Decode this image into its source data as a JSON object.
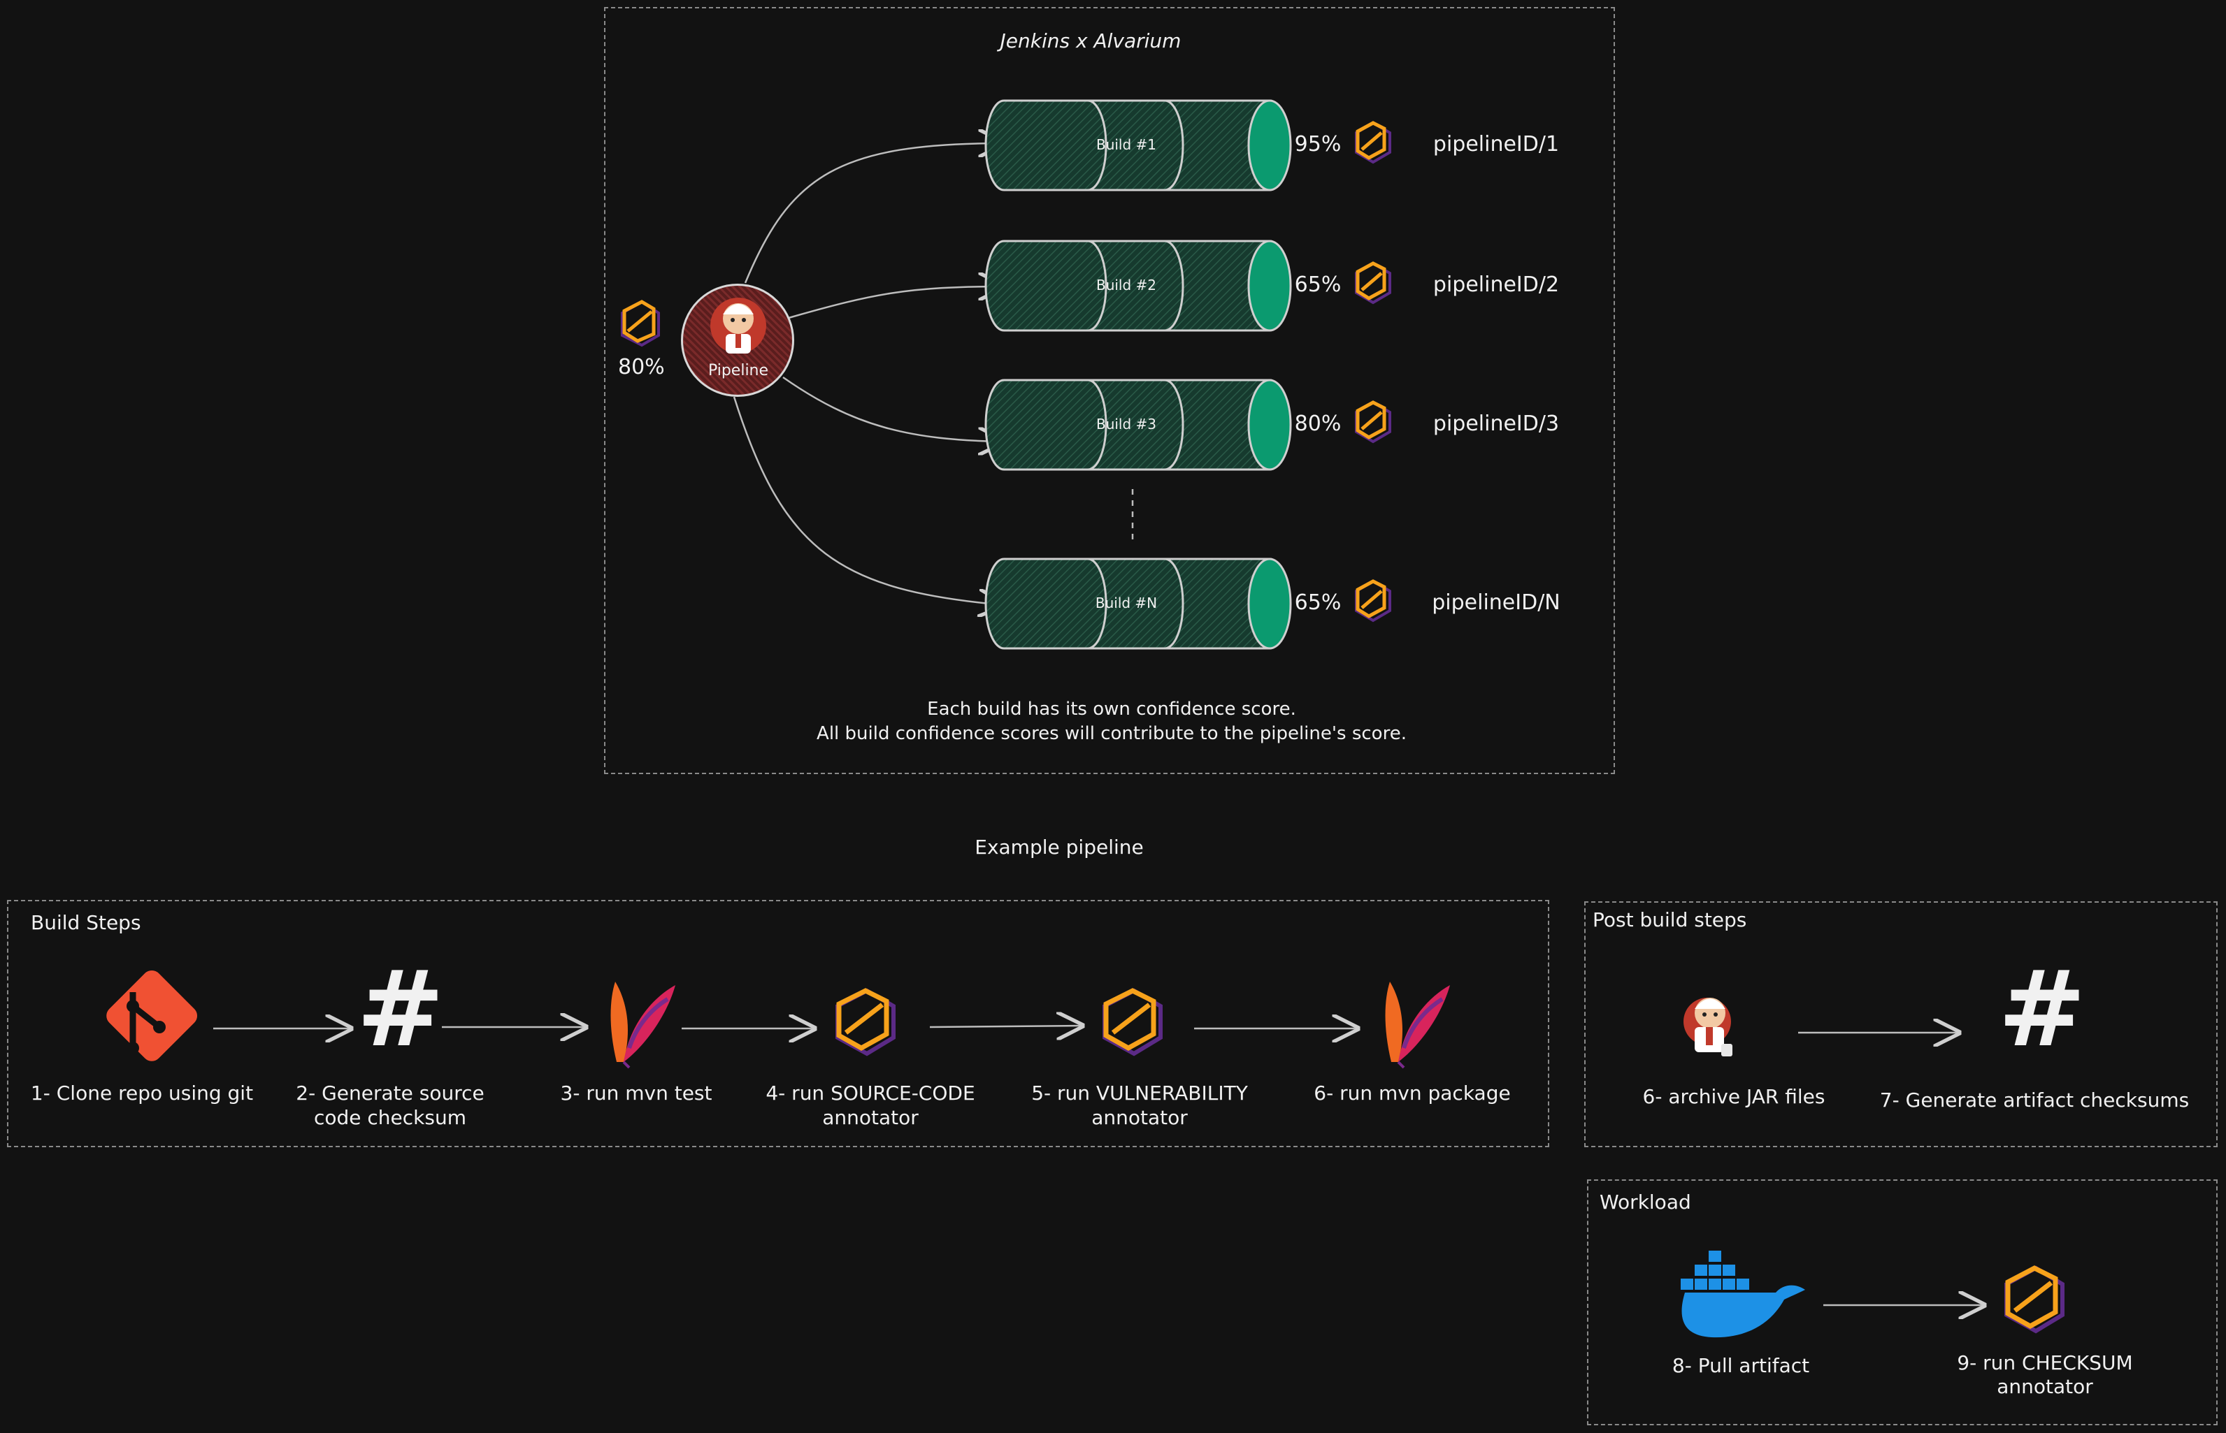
{
  "top": {
    "title": "Jenkins x Alvarium",
    "pipeline_label": "Pipeline",
    "pipeline_score": "80%",
    "builds": [
      {
        "label": "Build #1",
        "score": "95%",
        "id": "pipelineID/1"
      },
      {
        "label": "Build #2",
        "score": "65%",
        "id": "pipelineID/2"
      },
      {
        "label": "Build #3",
        "score": "80%",
        "id": "pipelineID/3"
      },
      {
        "label": "Build #N",
        "score": "65%",
        "id": "pipelineID/N"
      }
    ],
    "caption_line1": "Each build has its own confidence score.",
    "caption_line2": "All build confidence scores will contribute to the pipeline's score."
  },
  "example_title": "Example pipeline",
  "build_steps": {
    "title": "Build Steps",
    "steps": [
      {
        "line1": "1- Clone repo using git",
        "line2": "",
        "icon": "git-icon"
      },
      {
        "line1": "2- Generate source",
        "line2": "code checksum",
        "icon": "hash-icon"
      },
      {
        "line1": "3- run mvn test",
        "line2": "",
        "icon": "maven-feather-icon"
      },
      {
        "line1": "4- run SOURCE-CODE",
        "line2": "annotator",
        "icon": "alvarium-icon"
      },
      {
        "line1": "5- run VULNERABILITY",
        "line2": "annotator",
        "icon": "alvarium-icon"
      },
      {
        "line1": "6- run mvn package",
        "line2": "",
        "icon": "maven-feather-icon"
      }
    ]
  },
  "post_build": {
    "title": "Post build steps",
    "steps": [
      {
        "line1": "6- archive JAR files",
        "icon": "jenkins-icon"
      },
      {
        "line1": "7- Generate artifact checksums",
        "icon": "hash-icon"
      }
    ]
  },
  "workload": {
    "title": "Workload",
    "steps": [
      {
        "line1": "8- Pull artifact",
        "line2": "",
        "icon": "docker-icon"
      },
      {
        "line1": "9- run CHECKSUM",
        "line2": "annotator",
        "icon": "alvarium-icon"
      }
    ]
  },
  "colors": {
    "background": "#121212",
    "cylinder_body": "#163a2e",
    "cylinder_cap": "#0b9a6f",
    "alvarium_orange": "#f7a21b",
    "alvarium_purple": "#5b2a86",
    "git_red": "#f05133",
    "docker_blue": "#1d91e6",
    "jenkins_red": "#c0392b"
  }
}
